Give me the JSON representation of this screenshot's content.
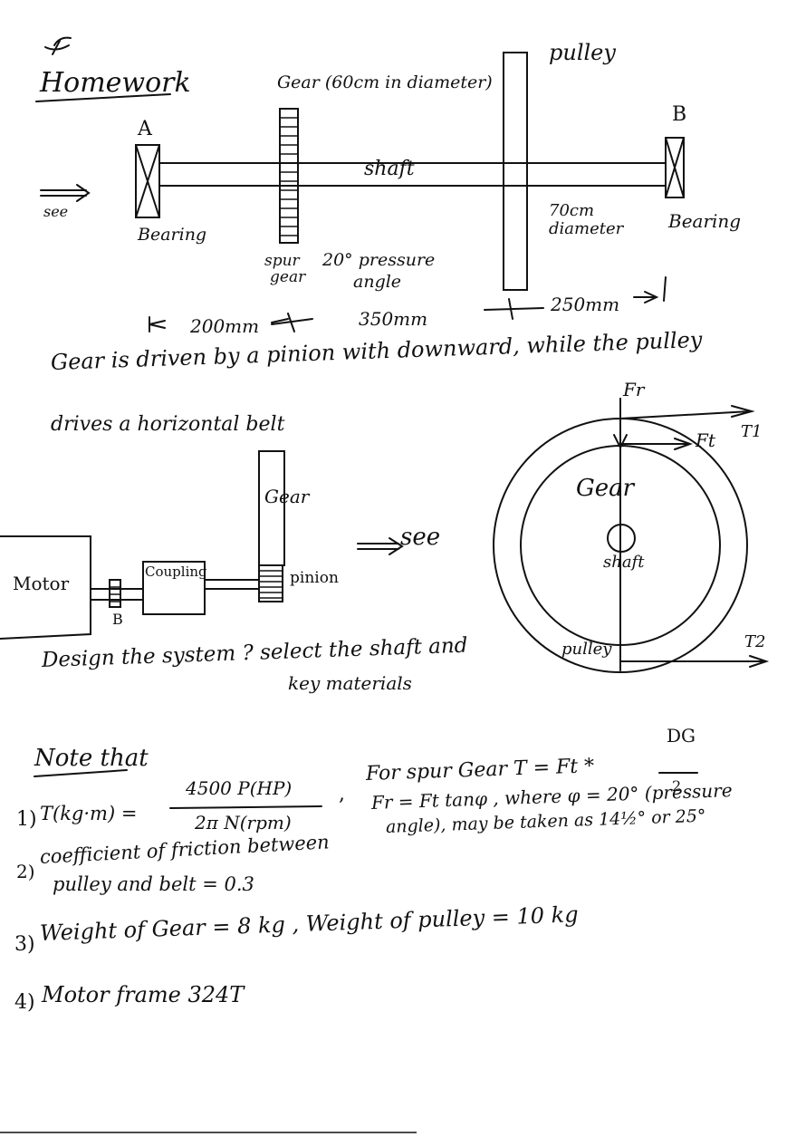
{
  "heading": "Homework",
  "top_diagram": {
    "label_a": "A",
    "label_b": "B",
    "see": "see",
    "bearing_left": "Bearing",
    "gear_title": "Gear (60cm in diameter)",
    "shaft": "shaft",
    "pulley": "pulley",
    "pulley_diameter_1": "70cm",
    "pulley_diameter_2": "diameter",
    "bearing_right": "Bearing",
    "spur_gear_1": "spur",
    "spur_gear_2": "gear",
    "pressure_1": "20° pressure",
    "pressure_2": "angle",
    "dim_1": "200mm",
    "dim_2": "350mm",
    "dim_3": "250mm"
  },
  "sentence": {
    "line_1": "Gear is driven by a pinion with downward, while the pulley",
    "line_2": "drives a horizontal belt"
  },
  "bottom_diagram": {
    "motor": "Motor",
    "b": "B",
    "coupling": "Coupling",
    "gear": "Gear",
    "pinion": "pinion",
    "see": "see",
    "fr": "Fr",
    "t1": "T1",
    "ft": "Ft",
    "gear_circle": "Gear",
    "shaft": "shaft",
    "pulley": "pulley",
    "t2": "T2"
  },
  "task": {
    "line_1": "Design the system ? select the shaft and",
    "line_2": "key materials"
  },
  "notes": {
    "title": "Note that",
    "n1_label": "1)",
    "n1_lhs": "T(kg·m) =",
    "n1_num": "4500 P(HP)",
    "n1_den": "2π N(rpm)",
    "comma": ",",
    "n1_right_1": "For spur Gear T = Ft *",
    "n1_dg": "DG",
    "n1_two": "2",
    "n1_right_2": "Fr = Ft tanφ , where φ = 20° (pressure",
    "n1_right_3": "angle), may be taken as 14½° or 25°",
    "n2_label": "2)",
    "n2_line_1": "coefficient of friction between",
    "n2_line_2": "pulley and belt = 0.3",
    "n3_label": "3)",
    "n3_text": "Weight of Gear = 8 kg , Weight of pulley = 10 kg",
    "n4_label": "4)",
    "n4_text": "Motor frame 324T"
  }
}
